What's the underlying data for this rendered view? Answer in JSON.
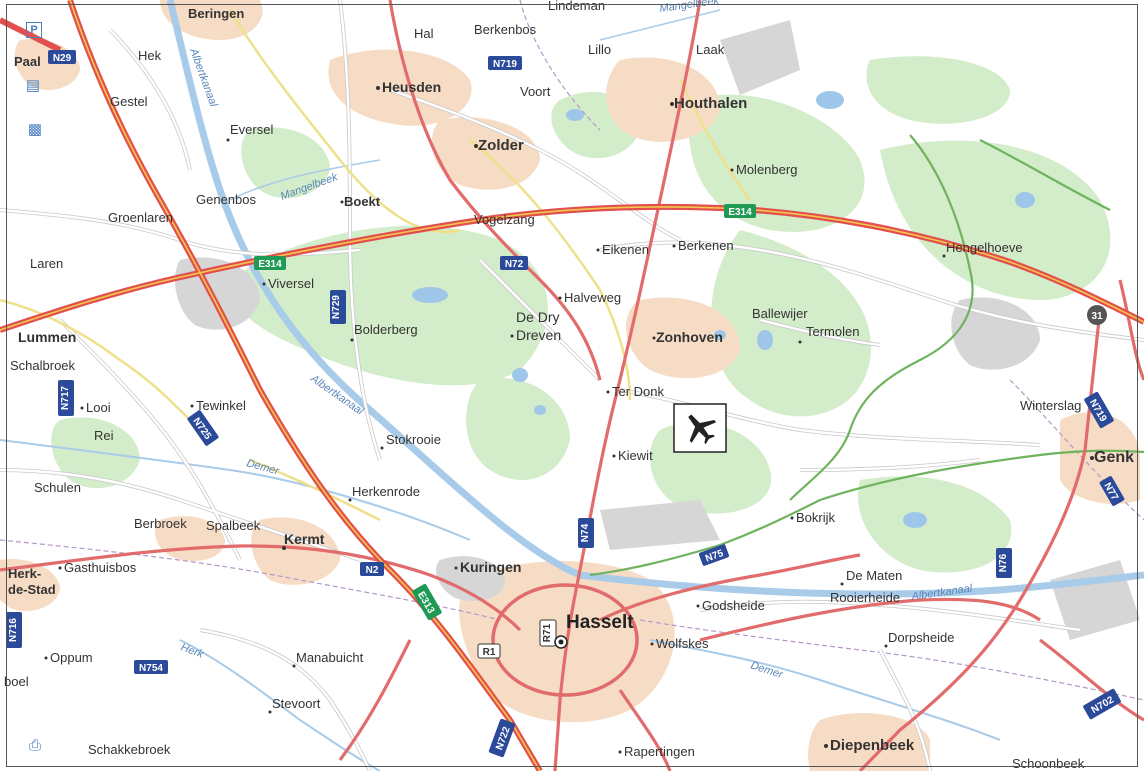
{
  "map": {
    "places": {
      "beringen": "Beringen",
      "paal": "Paal",
      "hek": "Hek",
      "gestel": "Gestel",
      "hal": "Hal",
      "berkenbos": "Berkenbos",
      "lindeman": "Lindeman",
      "lillo": "Lillo",
      "laak": "Laak",
      "heusden": "Heusden",
      "voort": "Voort",
      "houthalen": "Houthalen",
      "eversel": "Eversel",
      "zolder": "Zolder",
      "molenberg": "Molenberg",
      "genenbos": "Genenbos",
      "boekt": "Boekt",
      "groenlaren": "Groenlaren",
      "vogelzang": "Vogelzang",
      "eikenen": "Eikenen",
      "berkenen": "Berkenen",
      "hengelhoeve": "Hengelhoeve",
      "laren": "Laren",
      "viversel": "Viversel",
      "halveweg": "Halveweg",
      "lummen": "Lummen",
      "bolderberg": "Bolderberg",
      "dedrydreven_1": "De Dry",
      "dedrydreven_2": "Dreven",
      "ballewijer": "Ballewijer",
      "termolen": "Termolen",
      "zonhoven": "Zonhoven",
      "schalbroek": "Schalbroek",
      "terdonk": "Ter Donk",
      "looi": "Looi",
      "tewinkel": "Tewinkel",
      "winterslag": "Winterslag",
      "rei": "Rei",
      "stokrooie": "Stokrooie",
      "kiewit": "Kiewit",
      "genk": "Genk",
      "schulen": "Schulen",
      "herkenrode": "Herkenrode",
      "bokrijk": "Bokrijk",
      "berbroek": "Berbroek",
      "spalbeek": "Spalbeek",
      "kermt": "Kermt",
      "herk_1": "Herk-",
      "herk_2": "de-Stad",
      "gasthuisbos": "Gasthuisbos",
      "kuringen": "Kuringen",
      "dematen": "De Maten",
      "godsheide": "Godsheide",
      "rooierheide": "Rooierheide",
      "hasselt": "Hasselt",
      "wolfskes": "Wolfskes",
      "dorpsheide": "Dorpsheide",
      "oppum": "Oppum",
      "manabuicht": "Manabuicht",
      "boel": "boel",
      "stevoort": "Stevoort",
      "schakkebroek": "Schakkebroek",
      "rapertingen": "Rapertingen",
      "diepenbeek": "Diepenbeek",
      "schoonbeek": "Schoonbeek"
    },
    "water": {
      "mangelbeek_n": "Mangelbeek",
      "mangelbeek_w": "Mangelbeek",
      "albertkanaal_nw": "Albertkanaal",
      "albertkanaal_mid": "Albertkanaal",
      "albertkanaal_e": "Albertkanaal",
      "demer_w": "Demer",
      "demer_e": "Demer",
      "herk": "Herk"
    },
    "shields": {
      "n29": "N29",
      "n719": "N719",
      "e314_w": "E314",
      "e314_e": "E314",
      "n72": "N72",
      "n729": "N729",
      "n717": "N717",
      "n725": "N725",
      "n719_e": "N719",
      "n74": "N74",
      "n75": "N75",
      "n76": "N76",
      "n77": "N77",
      "n2": "N2",
      "e313": "E313",
      "n716": "N716",
      "n754": "N754",
      "n702": "N702",
      "n722": "N722",
      "r1": "R1",
      "r71": "R71",
      "exit31": "31"
    },
    "icons": {
      "airport": "airplane-icon",
      "parking": "parking-icon",
      "fuel": "fuel-icon",
      "car": "car-icon",
      "print": "print-icon"
    },
    "colors": {
      "motorway": "#e65a5a",
      "motorway_core": "#f0c040",
      "main_road": "#de6a6a",
      "local_road": "#ffffff",
      "shield_n": "#2c4a9a",
      "shield_e": "#1f9a55",
      "forest": "#cfe9c6",
      "urban": "#f6d8bf",
      "industrial": "#cfcfcf",
      "water": "#9ec6e8",
      "rail": "#b080c0"
    }
  }
}
